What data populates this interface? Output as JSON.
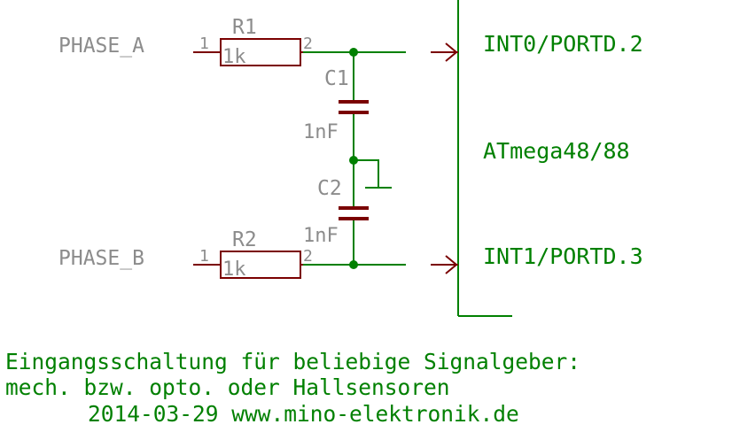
{
  "signals": {
    "phase_a": "PHASE_A",
    "phase_b": "PHASE_B"
  },
  "resistors": {
    "r1": {
      "name": "R1",
      "value": "1k",
      "pin1": "1",
      "pin2": "2"
    },
    "r2": {
      "name": "R2",
      "value": "1k",
      "pin1": "1",
      "pin2": "2"
    }
  },
  "capacitors": {
    "c1": {
      "name": "C1",
      "value": "1nF"
    },
    "c2": {
      "name": "C2",
      "value": "1nF"
    }
  },
  "mcu": {
    "name": "ATmega48/88",
    "pin_top": "INT0/PORTD.2",
    "pin_bottom": "INT1/PORTD.3"
  },
  "caption": {
    "line1": "Eingangsschaltung für beliebige Signalgeber:",
    "line2": "mech. bzw. opto. oder Hallsensoren",
    "line3": "2014-03-29 www.mino-elektronik.de"
  },
  "colors": {
    "wire": "#008000",
    "component": "#7a0000",
    "label": "#8c8c8c",
    "background": "#ffffff"
  }
}
